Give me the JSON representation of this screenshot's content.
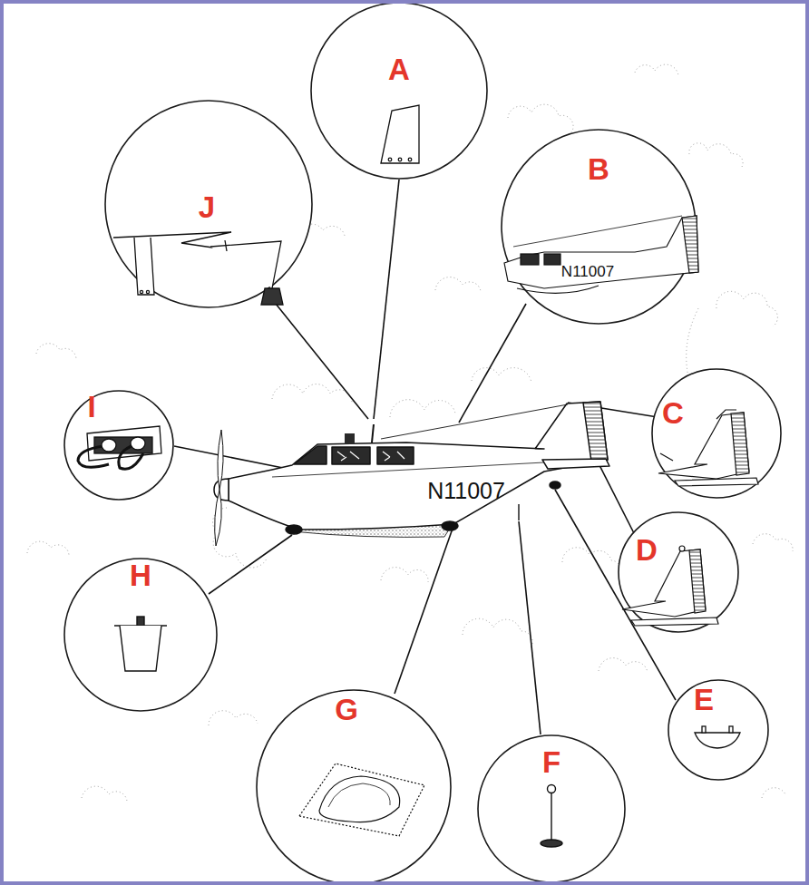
{
  "diagram": {
    "nodes": [
      {
        "text": [
          "A"
        ]
      },
      {
        "text": [
          "B"
        ]
      },
      {
        "text": [
          "C"
        ]
      },
      {
        "text": [
          "D"
        ]
      },
      {
        "text": [
          "E"
        ]
      },
      {
        "text": [
          "F"
        ]
      },
      {
        "text": [
          "G"
        ]
      },
      {
        "text": [
          "H"
        ]
      },
      {
        "text": [
          "I"
        ]
      },
      {
        "text": [
          "J"
        ]
      }
    ],
    "labels": [
      "N11007",
      "N11007"
    ]
  }
}
